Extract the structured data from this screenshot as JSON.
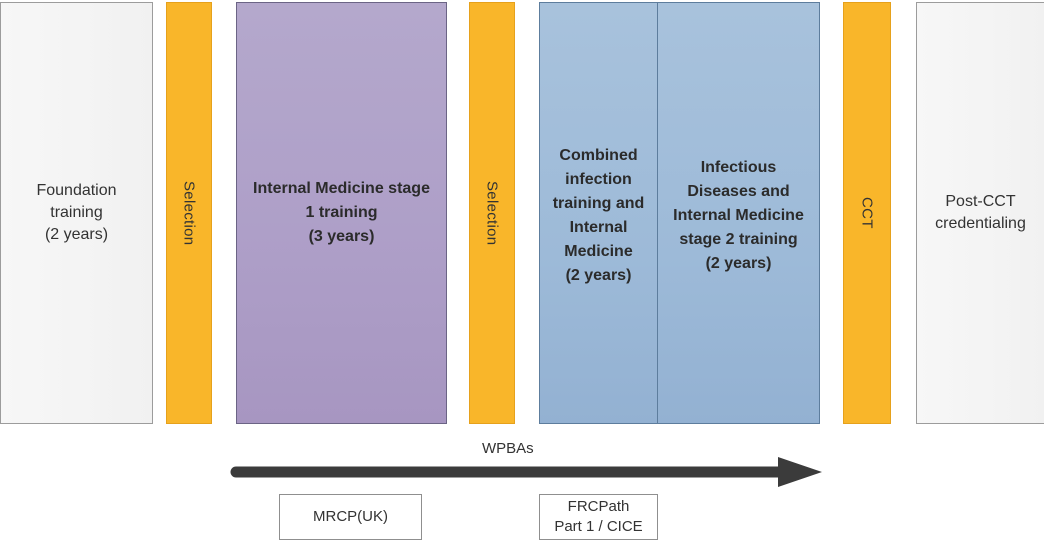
{
  "stages": {
    "foundation": [
      "Foundation",
      "training",
      "(2 years)"
    ],
    "selection_1": "Selection",
    "im_stage1": [
      "Internal Medicine stage",
      "1 training",
      "(3 years)"
    ],
    "selection_2": "Selection",
    "combined": [
      "Combined",
      "infection",
      "training and",
      "Internal",
      "Medicine",
      "(2 years)"
    ],
    "id_im_stage2": [
      "Infectious",
      "Diseases and",
      "Internal Medicine",
      "stage 2 training",
      "(2 years)"
    ],
    "cct": "CCT",
    "post_cct": [
      "Post-CCT",
      "credentialing"
    ]
  },
  "arrow": {
    "label": "WPBAs"
  },
  "assessments": {
    "mrcp": "MRCP(UK)",
    "frcpath": [
      "FRCPath",
      "Part 1 / CICE"
    ]
  },
  "colors": {
    "selection": "#f9b62a",
    "im_stage1": "#ae9fc8",
    "combined": "#9dbad8",
    "neutral": "#f3f3f3",
    "arrow": "#3b3b3b"
  }
}
